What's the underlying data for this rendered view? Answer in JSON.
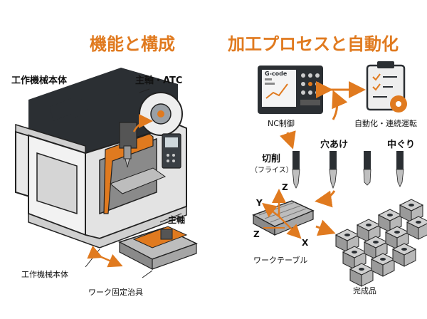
{
  "left": {
    "title": "機能と構成",
    "labels": {
      "machine_body_top": "工作機械本体",
      "spindle_atc": "主軸・ATC",
      "spindle": "主軸",
      "machine_body_bottom": "工作機械本体",
      "fixture": "ワーク固定治具"
    }
  },
  "right": {
    "title": "加工プロセスと自動化",
    "screen_text": "G-code",
    "labels": {
      "nc_control": "NC制御",
      "automation": "自動化・連続運転",
      "cutting": "切削",
      "cutting_sub": "（フライス）",
      "drilling": "穴あけ",
      "boring": "中ぐり",
      "work_table": "ワークテーブル",
      "finished": "完成品"
    },
    "axes": {
      "x": "X",
      "y": "Y",
      "z": "Z"
    }
  },
  "colors": {
    "accent": "#e07a1f",
    "dark": "#2b2f33",
    "gray": "#d9d9d9"
  }
}
